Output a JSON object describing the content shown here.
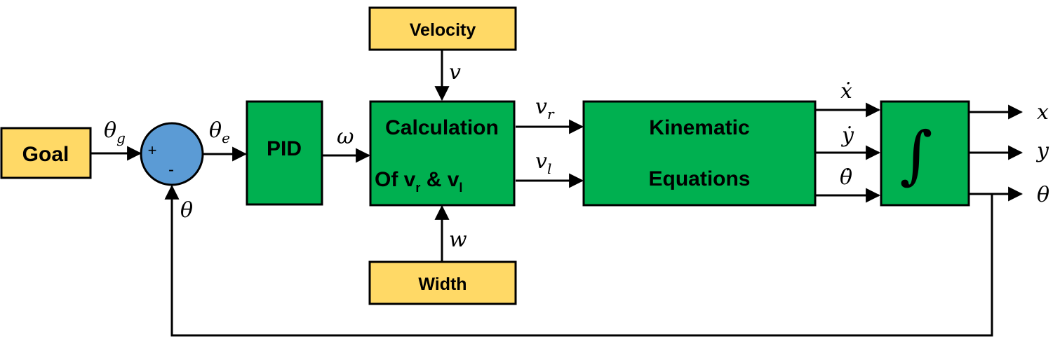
{
  "colors": {
    "input_box": "#FFD966",
    "process_box": "#00B050",
    "summing_junction": "#5B9BD5",
    "line": "#000000"
  },
  "blocks": {
    "goal": "Goal",
    "velocity": "Velocity",
    "width": "Width",
    "pid": "PID",
    "calculation_line1": "Calculation",
    "calculation_line2_prefix": "Of v",
    "calculation_sub_r": "r",
    "calculation_amp": " & v",
    "calculation_sub_l": "l",
    "kinematic_line1": "Kinematic",
    "kinematic_line2": "Equations",
    "integrator_symbol": "∫"
  },
  "junction": {
    "plus": "+",
    "minus": "-"
  },
  "signals": {
    "theta_g": "θ",
    "theta_g_sub": "g",
    "theta_e": "θ",
    "theta_e_sub": "e",
    "omega": "ω",
    "v": "v",
    "w": "w",
    "v_r": "v",
    "v_r_sub": "r",
    "v_l": "v",
    "v_l_sub": "l",
    "x_dot": "ẋ",
    "y_dot": "ẏ",
    "theta_dot": "θ̇",
    "x": "x",
    "y": "y",
    "theta_out": "θ",
    "theta_feedback": "θ"
  }
}
